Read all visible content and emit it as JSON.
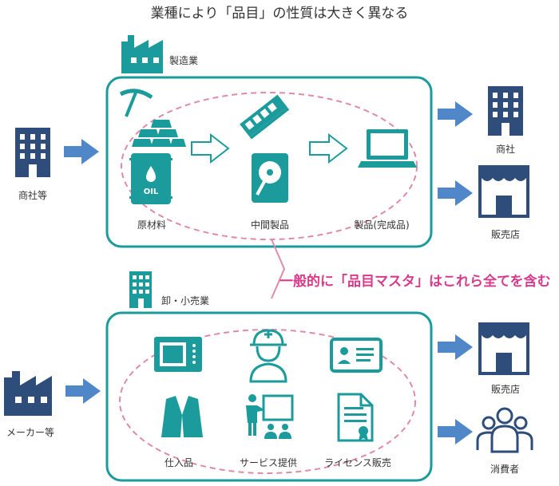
{
  "title": "業種により「品目」の性質は大きく異なる",
  "callout": "一般的に「品目マスタ」はこれら全てを含む",
  "colors": {
    "teal": "#1b9b9b",
    "navy": "#2e4d7b",
    "arrow_blue": "#4f87c8",
    "dash_pink": "#e08aab",
    "callout_pink": "#d83a8c"
  },
  "manufacturing": {
    "label": "製造業",
    "icon": "factory-icon",
    "left_actor": {
      "label": "商社等",
      "icon": "building-icon"
    },
    "items": [
      {
        "label": "原材料",
        "icon": "raw-materials-icon"
      },
      {
        "label": "中間製品",
        "icon": "intermediate-products-icon"
      },
      {
        "label": "製品(完成品)",
        "icon": "laptop-icon"
      }
    ],
    "outputs": [
      {
        "label": "商社",
        "icon": "building-icon"
      },
      {
        "label": "販売店",
        "icon": "store-icon"
      }
    ]
  },
  "retail": {
    "label": "卸・小売業",
    "icon": "building-icon",
    "left_actor": {
      "label": "メーカー等",
      "icon": "factory-icon"
    },
    "items": [
      {
        "label": "仕入品",
        "icon": "goods-icon"
      },
      {
        "label": "サービス提供",
        "icon": "service-icon"
      },
      {
        "label": "ライセンス販売",
        "icon": "license-icon"
      }
    ],
    "outputs": [
      {
        "label": "販売店",
        "icon": "store-icon"
      },
      {
        "label": "消費者",
        "icon": "consumers-icon"
      }
    ]
  }
}
